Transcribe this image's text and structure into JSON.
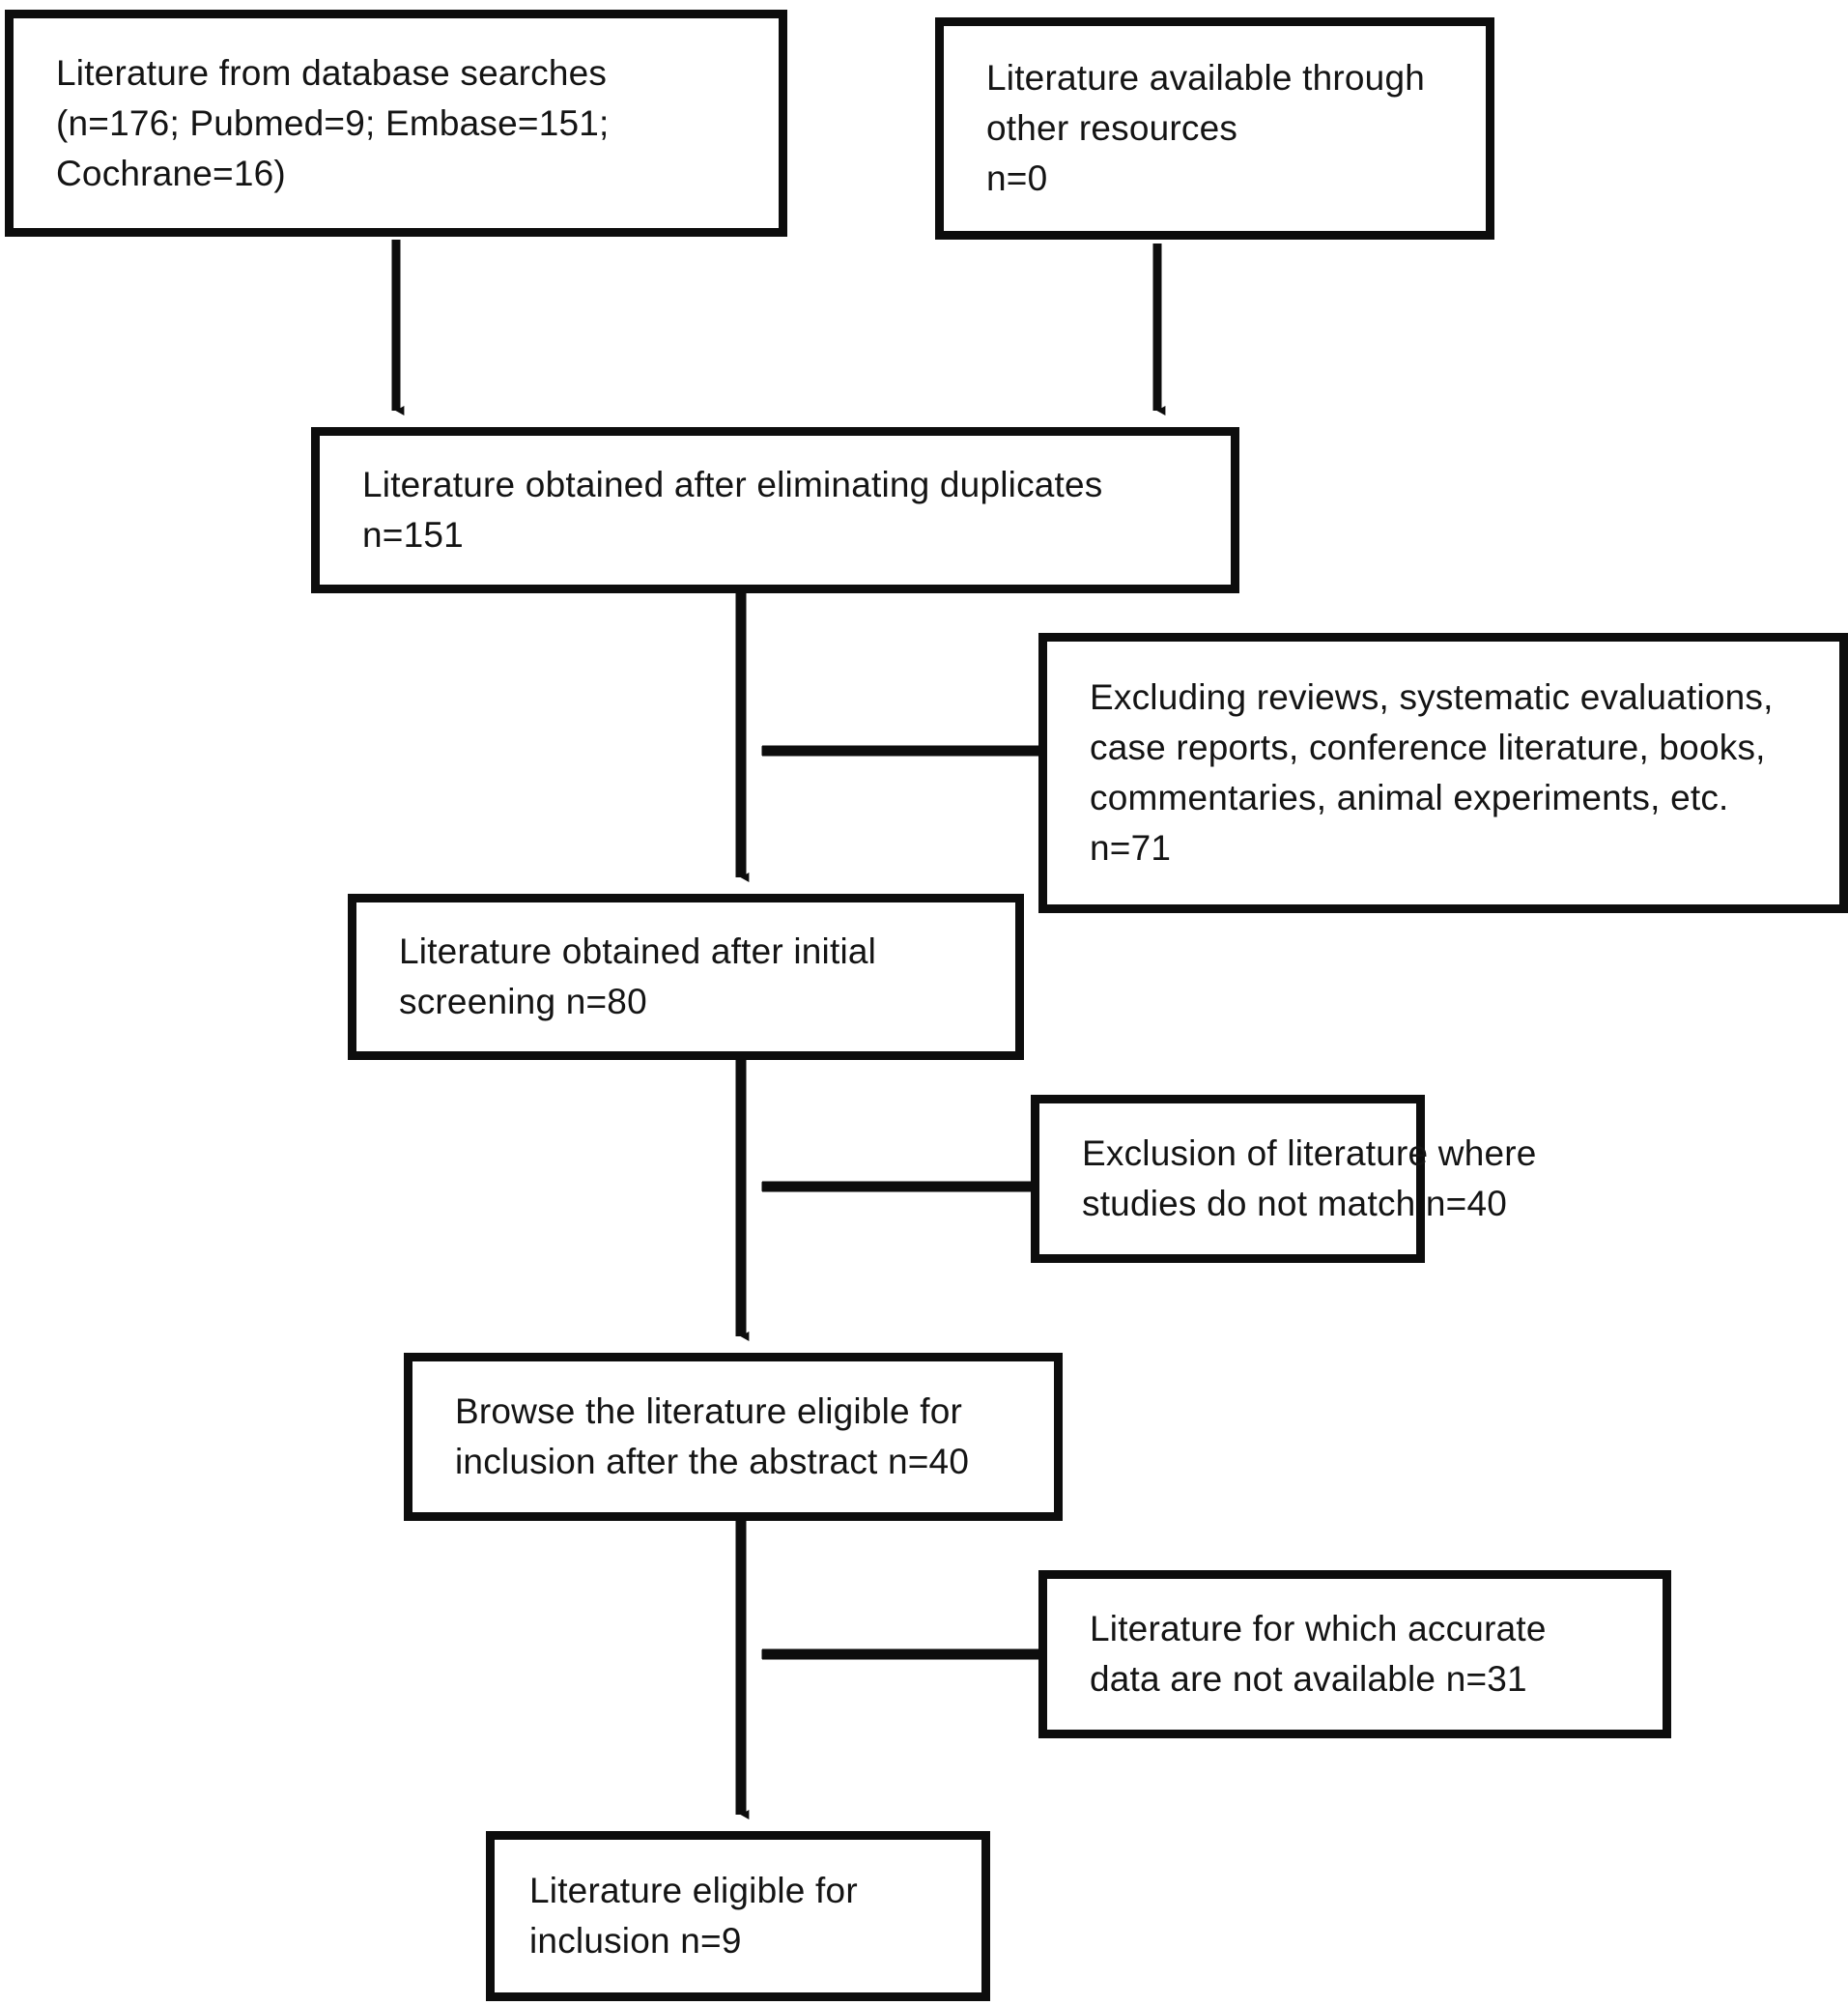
{
  "diagram": {
    "type": "prisma-flow-diagram",
    "title": "Literature selection flow diagram",
    "background_color": "#ffffff",
    "box_border_color": "#0d0d0d",
    "text_color": "#141414",
    "arrow_color": "#0d0d0d",
    "nodes": [
      {
        "id": "database-searches",
        "name": "literature-from-database-searches-box",
        "lines": [
          "Literature from database searches",
          "(n=176; Pubmed=9; Embase=151;",
          "Cochrane=16)"
        ],
        "counts": {
          "total": 176,
          "Pubmed": 9,
          "Embase": 151,
          "Cochrane": 16
        }
      },
      {
        "id": "other-resources",
        "name": "literature-available-other-resources-box",
        "lines": [
          "Literature available through",
          "other resources",
          "n=0"
        ],
        "counts": {
          "total": 0
        }
      },
      {
        "id": "after-duplicates",
        "name": "literature-after-eliminating-duplicates-box",
        "lines": [
          "Literature obtained after eliminating duplicates",
          "n=151"
        ],
        "counts": {
          "total": 151
        }
      },
      {
        "id": "excluded-types",
        "name": "excluding-reviews-box",
        "lines": [
          "Excluding reviews, systematic evaluations,",
          "case reports, conference literature, books,",
          "commentaries, animal experiments, etc.",
          "n=71"
        ],
        "counts": {
          "total": 71
        }
      },
      {
        "id": "initial-screening",
        "name": "literature-after-initial-screening-box",
        "lines": [
          "Literature obtained after initial",
          "screening n=80"
        ],
        "counts": {
          "total": 80
        }
      },
      {
        "id": "studies-no-match",
        "name": "exclusion-studies-do-not-match-box",
        "lines": [
          "Exclusion of literature where",
          "studies do not match n=40"
        ],
        "counts": {
          "total": 40
        }
      },
      {
        "id": "browse-abstract",
        "name": "browse-literature-eligible-abstract-box",
        "lines": [
          "Browse the literature eligible for",
          "inclusion after the abstract n=40"
        ],
        "counts": {
          "total": 40
        }
      },
      {
        "id": "no-accurate-data",
        "name": "literature-accurate-data-not-available-box",
        "lines": [
          "Literature for which accurate",
          "data are not available n=31"
        ],
        "counts": {
          "total": 31
        }
      },
      {
        "id": "eligible-final",
        "name": "literature-eligible-for-inclusion-box",
        "lines": [
          "Literature eligible for",
          "inclusion n=9"
        ],
        "counts": {
          "total": 9
        }
      }
    ]
  }
}
